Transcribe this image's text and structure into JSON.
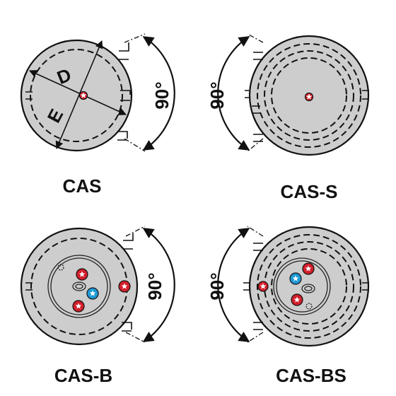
{
  "captions": {
    "cas": "CAS",
    "cas_s": "CAS-S",
    "cas_b": "CAS-B",
    "cas_bs": "CAS-BS"
  },
  "labels": {
    "diameter_d": "D",
    "diameter_e": "E",
    "angle": "90°"
  },
  "colors": {
    "disk_fill": "#cdcdcd",
    "outline": "#111111",
    "hot_connector": "#d21f2b",
    "cold_connector": "#1f9ad6"
  }
}
